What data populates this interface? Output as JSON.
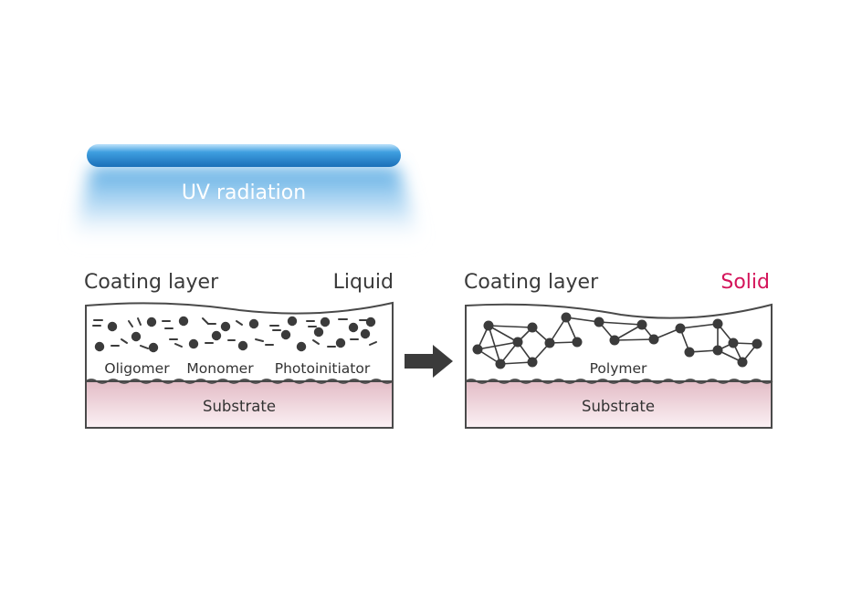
{
  "uv": {
    "label": "UV radiation"
  },
  "before": {
    "title": "Coating layer",
    "state": "Liquid",
    "components": [
      "Oligomer",
      "Monomer",
      "Photoinitiator"
    ],
    "substrate": "Substrate"
  },
  "after": {
    "title": "Coating layer",
    "state": "Solid",
    "material": "Polymer",
    "substrate": "Substrate"
  },
  "colors": {
    "lamp": "#2f8fd6",
    "glow": "#8fc7ef",
    "text": "#3a3a3a",
    "solid_accent": "#d4145a",
    "substrate_top": "#e3bcc6",
    "substrate_bottom": "#f9eef1"
  },
  "icons": {
    "process_arrow": "right-arrow-icon"
  }
}
